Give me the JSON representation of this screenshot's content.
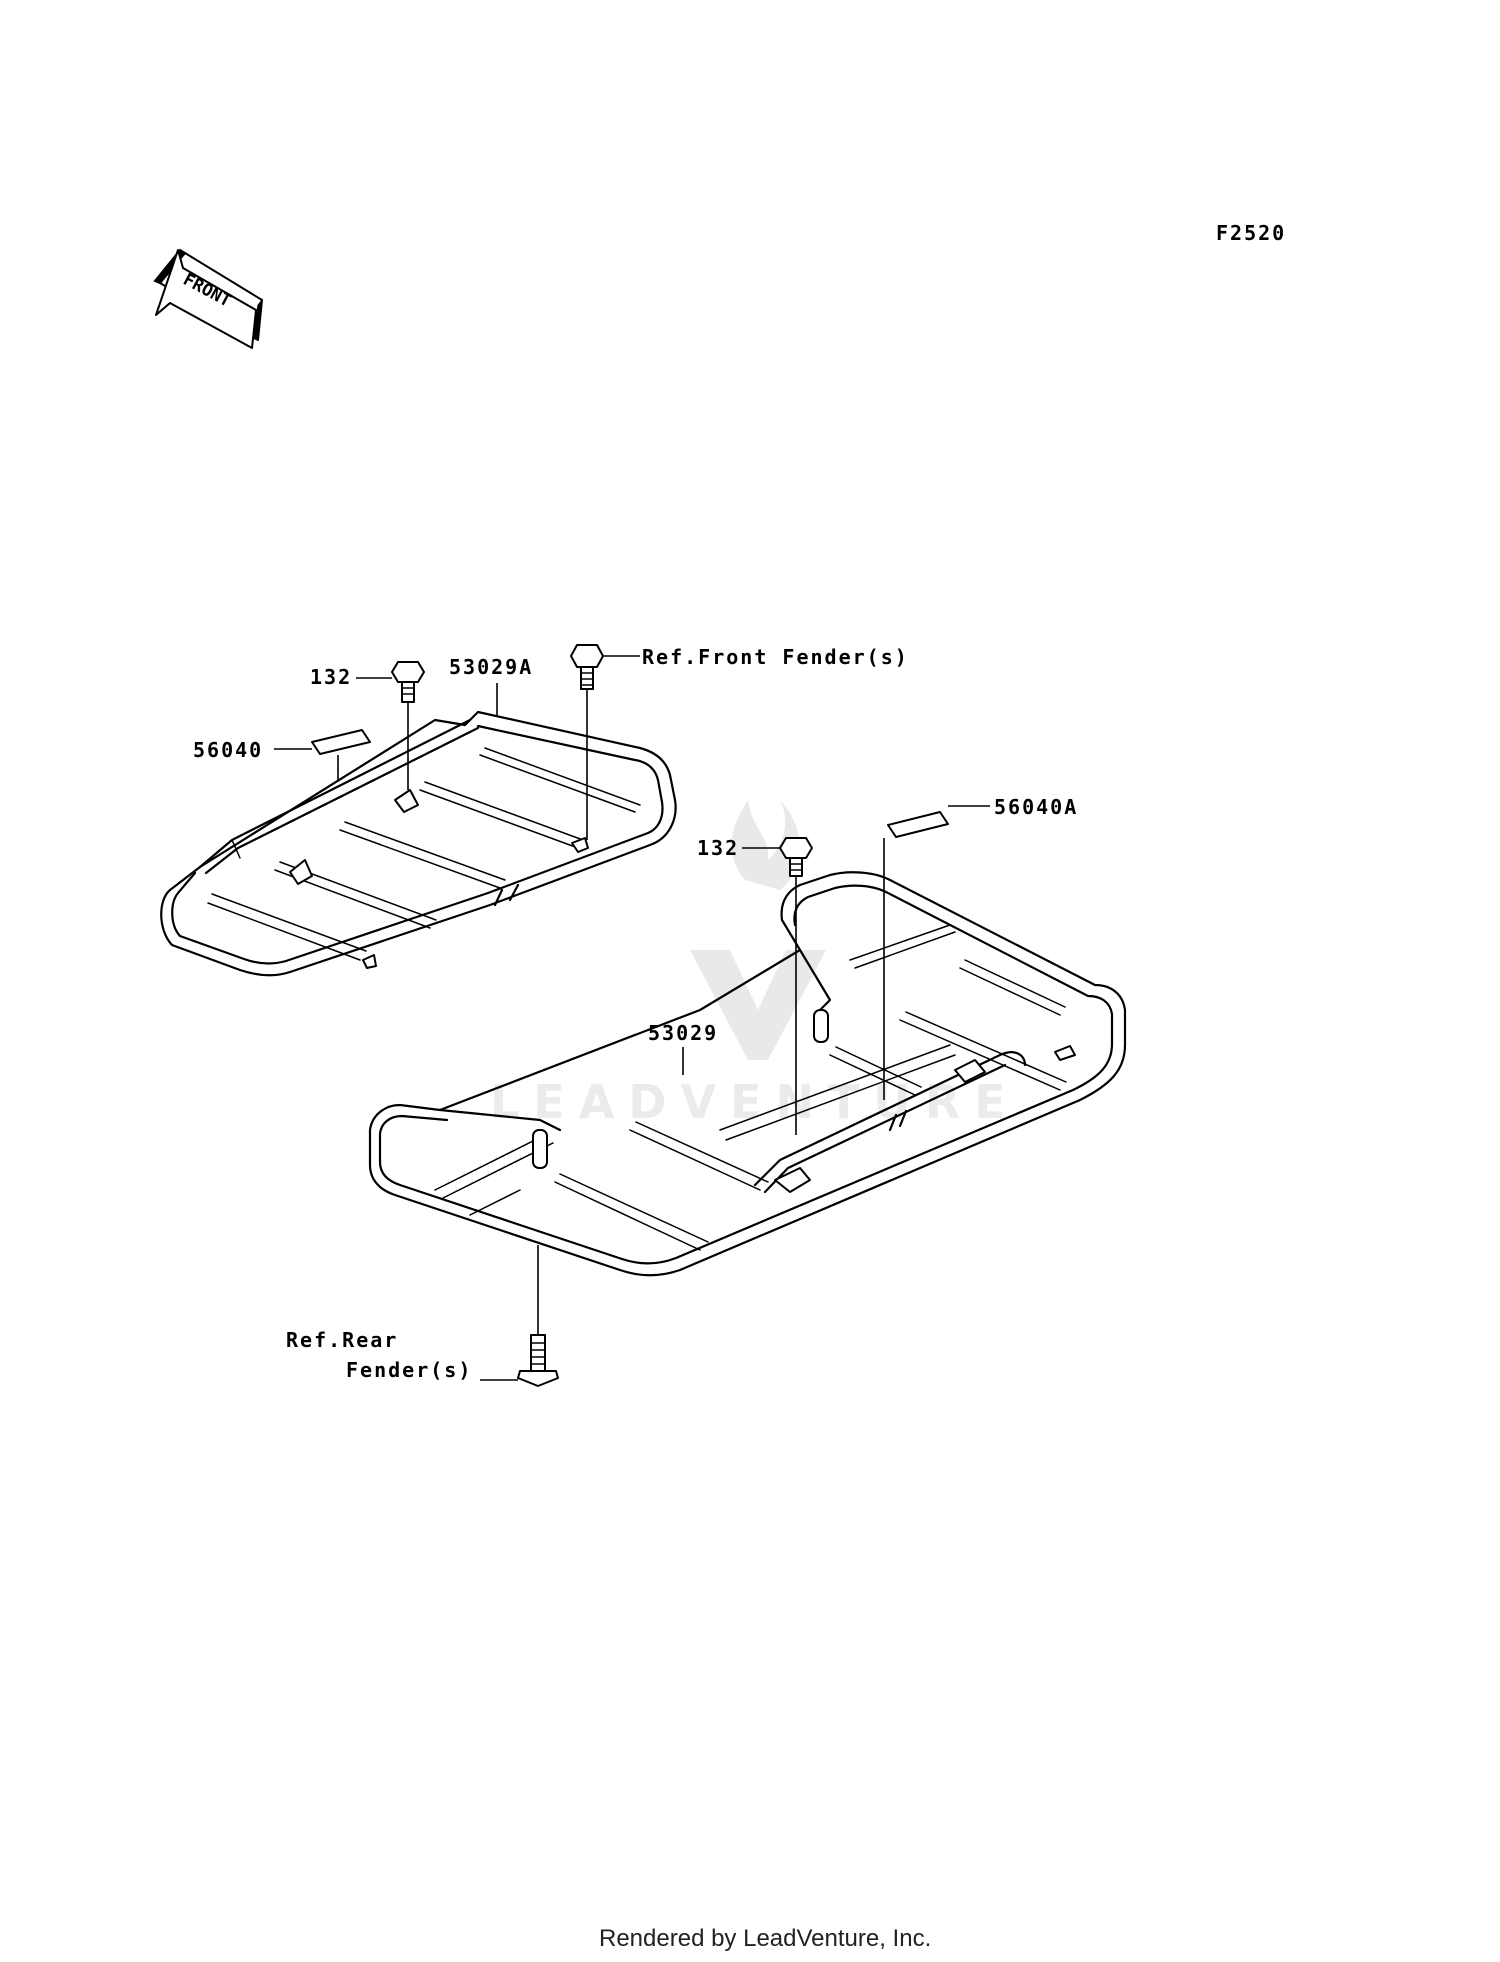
{
  "figure_code": "F2520",
  "front_arrow": {
    "label": "FRONT",
    "icon": "front-direction-arrow-icon"
  },
  "watermark": {
    "text": "LEADVENTURE"
  },
  "callouts": {
    "bolt_front_carrier": "132",
    "front_carrier": "53029A",
    "ref_front_fender": "Ref.Front Fender(s)",
    "label_front": "56040",
    "label_rear": "56040A",
    "bolt_rear_carrier": "132",
    "rear_carrier": "53029",
    "ref_rear_fender_line1": "Ref.Rear",
    "ref_rear_fender_line2": "Fender(s)"
  },
  "footer": "Rendered by LeadVenture, Inc."
}
